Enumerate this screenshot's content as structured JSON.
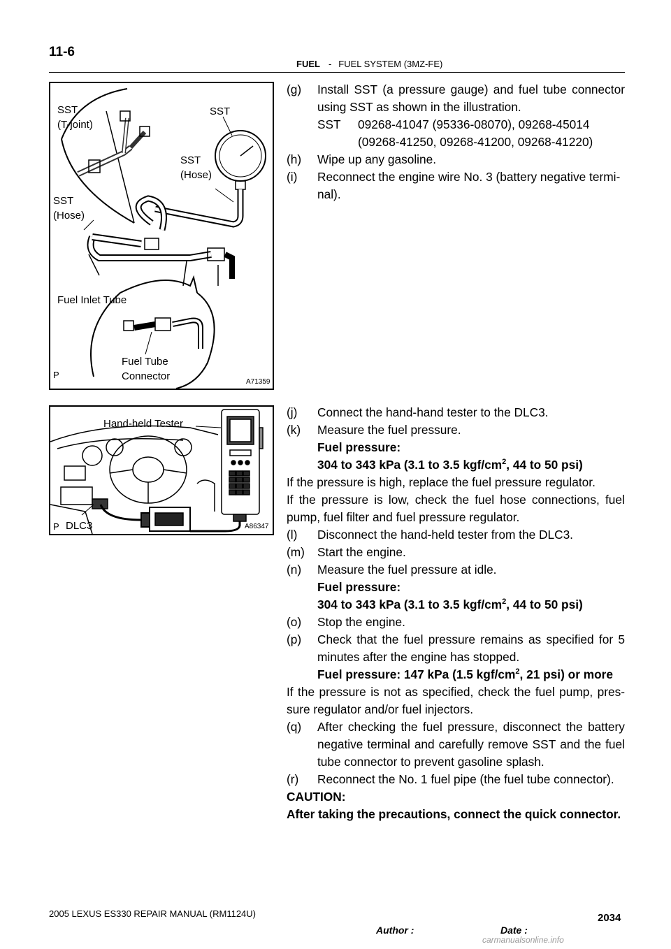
{
  "header": {
    "page_number": "11-6",
    "section": "FUEL",
    "dash": "-",
    "subsection": "FUEL SYSTEM (3MZ-FE)"
  },
  "figure1": {
    "code": "A71359",
    "p_mark": "P",
    "labels": {
      "sst_tjoint_1": "SST",
      "sst_tjoint_2": "(T-joint)",
      "sst_gauge": "SST",
      "sst_hose_right_1": "SST",
      "sst_hose_right_2": "(Hose)",
      "sst_hose_left_1": "SST",
      "sst_hose_left_2": "(Hose)",
      "fuel_inlet_tube": "Fuel Inlet Tube",
      "fuel_tube_connector_1": "Fuel Tube",
      "fuel_tube_connector_2": "Connector"
    }
  },
  "figure2": {
    "code": "A86347",
    "p_mark": "P",
    "labels": {
      "hand_held_tester": "Hand-held  Tester",
      "dlc3": "DLC3"
    }
  },
  "steps_group1": [
    {
      "marker": "(g)",
      "text": "Install SST (a pressure gauge) and fuel tube connector",
      "cont": "using SST as shown in the illustration."
    },
    {
      "sst_label": "SST",
      "sst_line1": "09268-41047  (95336-08070),  09268-45014",
      "sst_line2": "(09268-41250,   09268-41200,   09268-41220)"
    },
    {
      "marker": "(h)",
      "text": "Wipe up any gasoline."
    },
    {
      "marker": "(i)",
      "text": "Reconnect the engine wire No. 3 (battery negative termi-",
      "cont": "nal)."
    }
  ],
  "steps_group2": {
    "j": {
      "marker": "(j)",
      "text": "Connect the hand-hand tester to the DLC3."
    },
    "k": {
      "marker": "(k)",
      "text": "Measure the fuel pressure."
    },
    "k_spec_label": "Fuel pressure:",
    "k_spec_value": "304 to 343 kPa (3.1 to 3.5 kgf/cm",
    "k_spec_sup": "2",
    "k_spec_tail": ", 44 to 50 psi)",
    "note_high": "If the pressure is high, replace the fuel pressure regulator.",
    "note_low_1": "If the pressure is low, check the fuel hose connections, fuel",
    "note_low_2": "pump, fuel filter and fuel pressure regulator.",
    "l": {
      "marker": "(l)",
      "text": "Disconnect the hand-held tester from the DLC3."
    },
    "m": {
      "marker": "(m)",
      "text": "Start the engine."
    },
    "n": {
      "marker": "(n)",
      "text": "Measure the fuel pressure at idle."
    },
    "n_spec_label": "Fuel pressure:",
    "n_spec_value": "304 to 343 kPa (3.1 to 3.5 kgf/cm",
    "n_spec_sup": "2",
    "n_spec_tail": ", 44 to 50 psi)",
    "o": {
      "marker": "(o)",
      "text": "Stop the engine."
    },
    "p": {
      "marker": "(p)",
      "text": "Check that the fuel pressure remains as specified for 5",
      "cont": "minutes after the engine has stopped."
    },
    "p_spec_value": "Fuel pressure: 147 kPa (1.5 kgf/cm",
    "p_spec_sup": "2",
    "p_spec_tail": ", 21 psi) or more",
    "note_not_spec_1": "If the pressure is not as specified, check the fuel pump, pres-",
    "note_not_spec_2": "sure regulator and/or fuel injectors.",
    "q": {
      "marker": "(q)",
      "text": "After checking the fuel pressure, disconnect the battery",
      "cont1": "negative terminal and carefully remove SST and the fuel",
      "cont2": "tube connector to prevent gasoline splash."
    },
    "r": {
      "marker": "(r)",
      "text": "Reconnect the No. 1 fuel pipe (the fuel tube connector)."
    },
    "caution_label": "CAUTION:",
    "caution_text": "After taking the precautions, connect the quick connector."
  },
  "footer": {
    "manual": "2005 LEXUS ES330 REPAIR MANUAL   (RM1124U)",
    "author_label": "Author :",
    "date_label": "Date :",
    "page_id": "2034",
    "watermark": "carmanualsonline.info"
  }
}
